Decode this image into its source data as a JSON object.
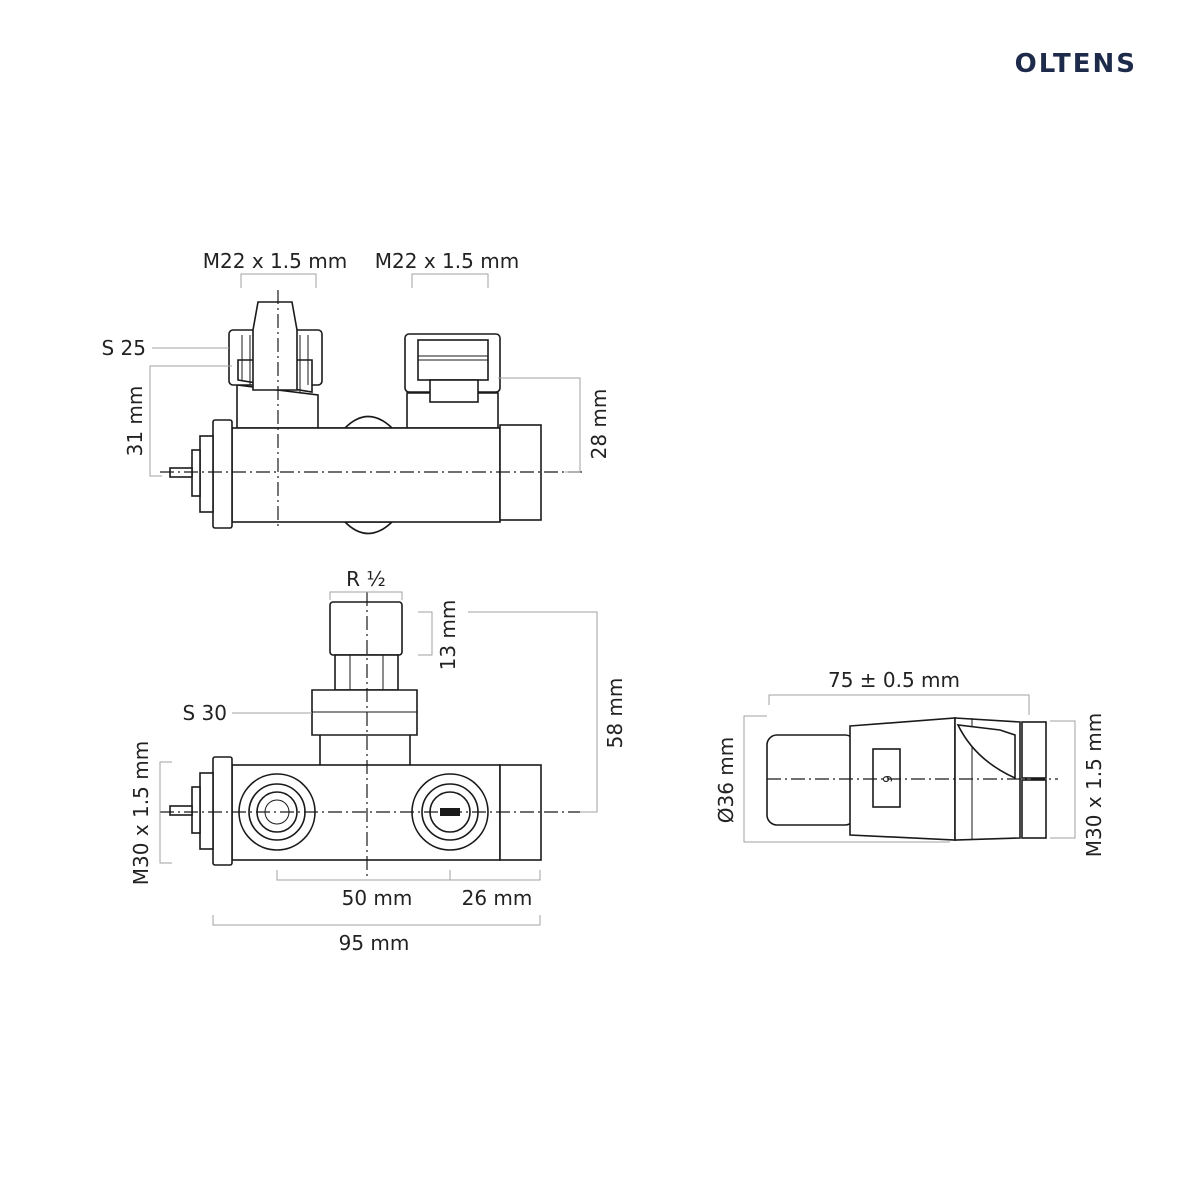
{
  "brand": {
    "logo": "OLTENS"
  },
  "top_view": {
    "thread_left": "M22 x 1.5 mm",
    "thread_right": "M22 x 1.5 mm",
    "wrench": "S 25",
    "height_left": "31 mm",
    "height_right": "28 mm"
  },
  "front_view": {
    "inlet_thread": "R ½",
    "inlet_length": "13 mm",
    "total_height": "58 mm",
    "wrench": "S 30",
    "side_thread": "M30 x 1.5 mm",
    "spacing": "50 mm",
    "end_offset": "26 mm",
    "total_length": "95 mm"
  },
  "head_view": {
    "length": "75 ± 0.5 mm",
    "diameter": "Ø36 mm",
    "thread": "M30 x 1.5 mm",
    "scale_mark": "6"
  }
}
